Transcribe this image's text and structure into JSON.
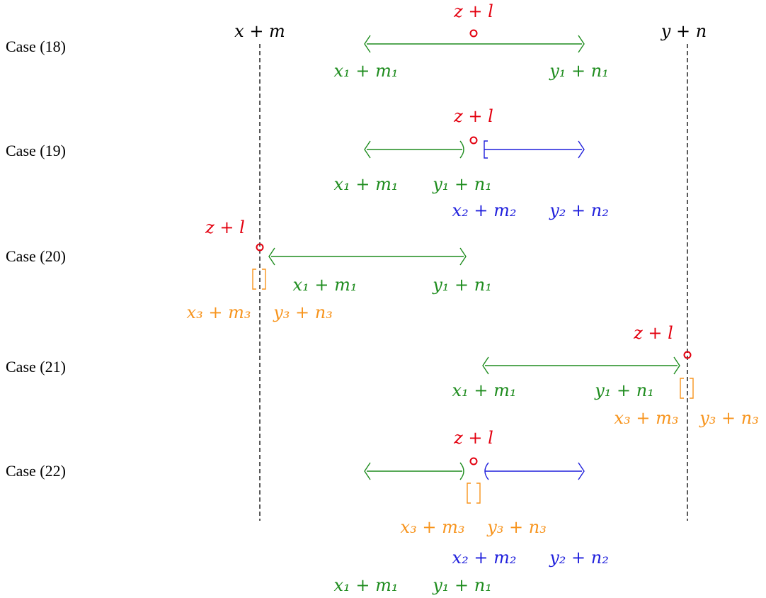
{
  "colors": {
    "black": "#000000",
    "red": "#e3000f",
    "green": "#1e8c1e",
    "blue": "#1f1fdc",
    "orange": "#f7941d"
  },
  "reference_lines": {
    "left_label": "x + m",
    "right_label": "y + n"
  },
  "cases": [
    {
      "label": "Case (18)",
      "point_label": "z + l",
      "green_left": "x₁ + m₁",
      "green_right": "y₁ + n₁"
    },
    {
      "label": "Case (19)",
      "point_label": "z + l",
      "green_left": "x₁ + m₁",
      "green_right": "y₁ + n₁",
      "blue_left": "x₂ + m₂",
      "blue_right": "y₂ + n₂"
    },
    {
      "label": "Case (20)",
      "point_label": "z + l",
      "green_left": "x₁ + m₁",
      "green_right": "y₁ + n₁",
      "orange_left": "x₃ + m₃",
      "orange_right": "y₃ + n₃"
    },
    {
      "label": "Case (21)",
      "point_label": "z + l",
      "green_left": "x₁ + m₁",
      "green_right": "y₁ + n₁",
      "orange_left": "x₃ + m₃",
      "orange_right": "y₃ + n₃"
    },
    {
      "label": "Case (22)",
      "point_label": "z + l",
      "orange_left": "x₃ + m₃",
      "orange_right": "y₃ + n₃",
      "blue_left": "x₂ + m₂",
      "blue_right": "y₂ + n₂",
      "green_left": "x₁ + m₁",
      "green_right": "y₁ + n₁"
    }
  ]
}
